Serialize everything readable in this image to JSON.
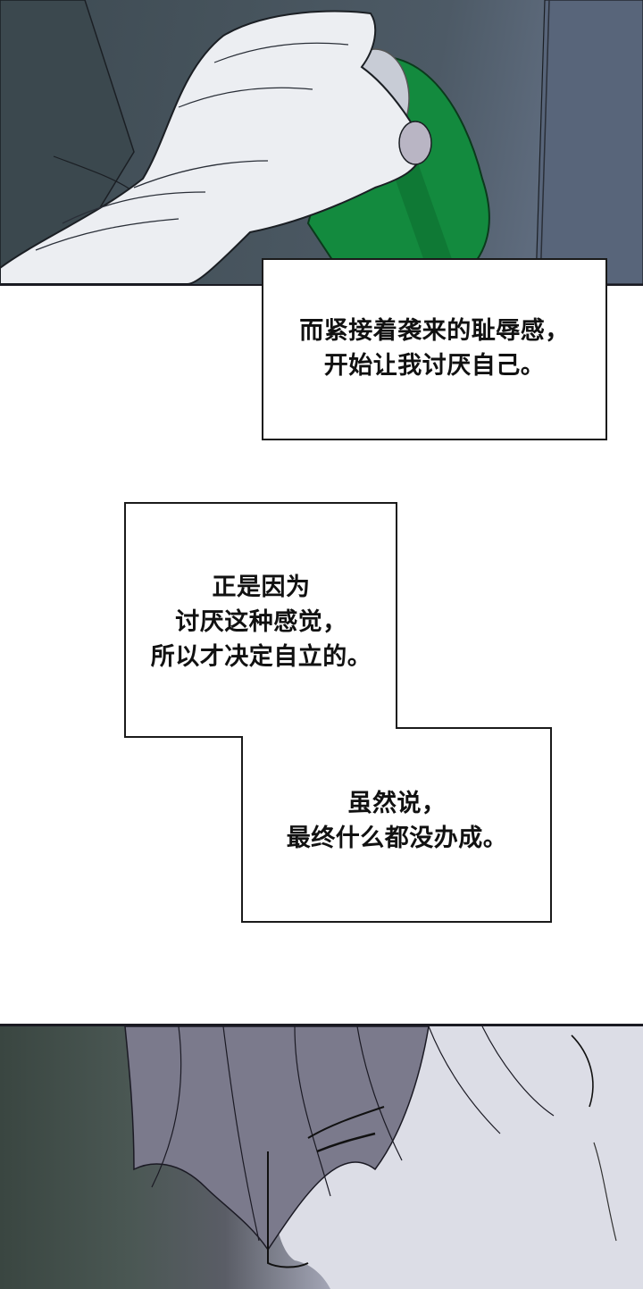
{
  "panels": [
    {
      "id": "top",
      "description": "bandaged hand gripping green bottle",
      "colors": {
        "background": "#46535c",
        "bottle": "#138a3e",
        "bandage": "#eceef2"
      }
    },
    {
      "id": "bottom",
      "description": "close-up of man's face in profile, hair over eyes",
      "colors": {
        "background": "#4a5753",
        "skin": "#dcdde6",
        "hair": "#7b7a8c"
      }
    }
  ],
  "captions": [
    {
      "id": "caption-1",
      "text": "而紧接着袭来的耻辱感，\n开始让我讨厌自己。"
    },
    {
      "id": "caption-2",
      "text": "正是因为\n讨厌这种感觉，\n所以才决定自立的。"
    },
    {
      "id": "caption-3",
      "text": "虽然说，\n最终什么都没办成。"
    }
  ]
}
